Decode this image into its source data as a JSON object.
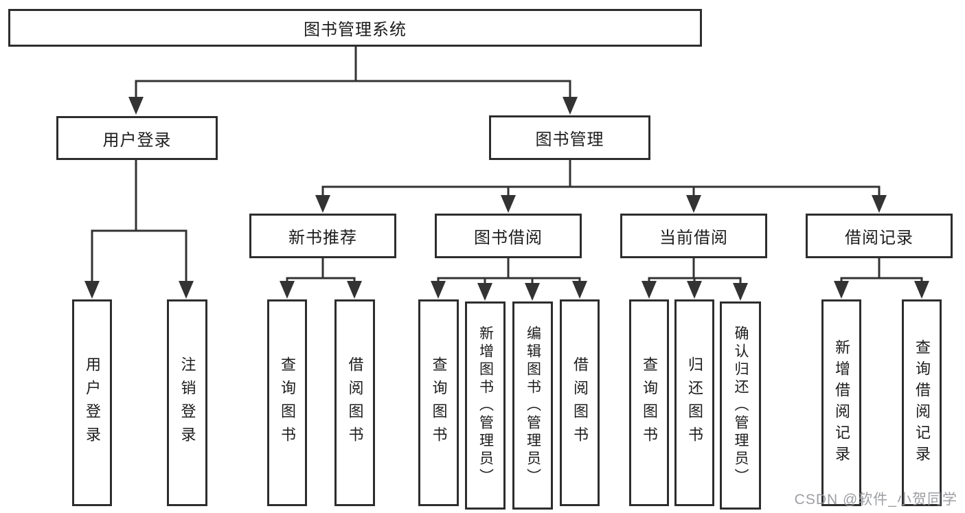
{
  "tree": {
    "label": "图书管理系统",
    "children": [
      {
        "label": "用户登录",
        "children": [
          {
            "label": "用户登录"
          },
          {
            "label": "注销登录"
          }
        ]
      },
      {
        "label": "图书管理",
        "children": [
          {
            "label": "新书推荐",
            "children": [
              {
                "label": "查询图书"
              },
              {
                "label": "借阅图书"
              }
            ]
          },
          {
            "label": "图书借阅",
            "children": [
              {
                "label": "查询图书"
              },
              {
                "label": "新增图书（管理员）"
              },
              {
                "label": "编辑图书（管理员）"
              },
              {
                "label": "借阅图书"
              }
            ]
          },
          {
            "label": "当前借阅",
            "children": [
              {
                "label": "查询图书"
              },
              {
                "label": "归还图书"
              },
              {
                "label": "确认归还（管理员）"
              }
            ]
          },
          {
            "label": "借阅记录",
            "children": [
              {
                "label": "新增借阅记录"
              },
              {
                "label": "查询借阅记录"
              }
            ]
          }
        ]
      }
    ]
  },
  "watermark": {
    "text": "CSDN @软件_小贺同学",
    "color": "#94969a"
  },
  "colors": {
    "background": "#ffffff",
    "line": "#333333",
    "box_border": "#2d2d2d",
    "box_fill": "#ffffff",
    "text": "#1c1c1c"
  }
}
